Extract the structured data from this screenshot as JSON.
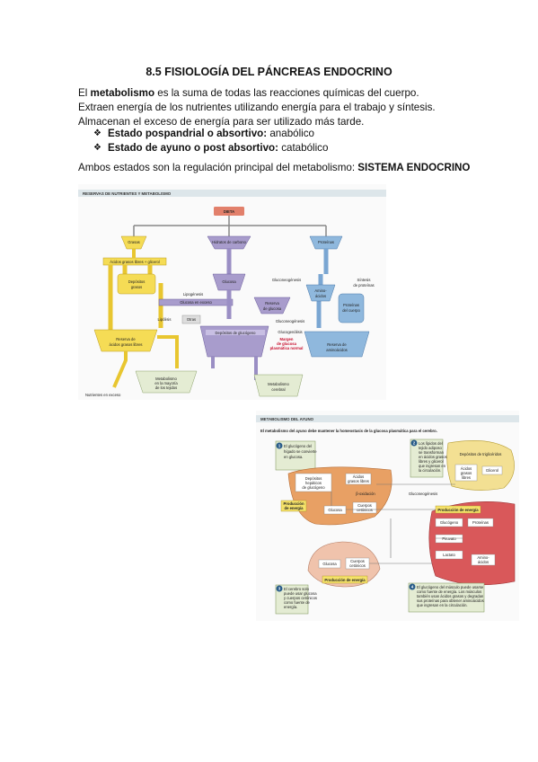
{
  "doc": {
    "title": "8.5 FISIOLOGÍA DEL PÁNCREAS ENDOCRINO",
    "intro_prefix": "El ",
    "intro_term": "metabolismo",
    "intro_rest": " es la suma de todas las reacciones químicas del cuerpo. Extraen energía de los nutrientes utilizando energía para el trabajo y síntesis. Almacenan el exceso de energía para ser utilizado más tarde.",
    "states": [
      {
        "label": "Estado pospandrial o absortivo:",
        "value": " anabólico"
      },
      {
        "label": "Estado de ayuno o post absortivo:",
        "value": " catabólico"
      }
    ],
    "closing_prefix": "Ambos estados son la regulación principal del metabolismo: ",
    "closing_term": "SISTEMA ENDOCRINO"
  },
  "fig1": {
    "header": "RESERVAS DE NUTRIENTES Y METABOLISMO",
    "dieta": "DIETA",
    "grasas": "Grasas",
    "hidratos": "Hidratos de carbono",
    "proteinas": "Proteínas",
    "acidos_glicerol": "Ácidos grasos libres + glicerol",
    "depositos_grasos_1": "Depósitos",
    "depositos_grasos_2": "grasos",
    "reserva_acidos_1": "Reserva de",
    "reserva_acidos_2": "ácidos grasos libres",
    "lipogenesis": "Lipogénesis",
    "glucosa_exceso": "Glucosa en exceso",
    "lipolisis": "Lipólisis",
    "glucosa": "Glucosa",
    "gluconeogenesis_top": "Gluconeogénesis",
    "reserva_glucosa_1": "Reserva",
    "reserva_glucosa_2": "de glucosa",
    "gluconeogenesis_mid": "Gluconeogénesis",
    "otras": "Otras",
    "depositos_glucogeno": "Depósitos de glucógeno",
    "glucogenolisis": "Glucogenólisis",
    "margen_1": "Margen",
    "margen_2": "de glucosa",
    "margen_3": "plasmática normal",
    "amino_1": "Amino-",
    "amino_2": "ácidos",
    "sintesis_1": "Síntesis",
    "sintesis_2": "de proteínas",
    "proteinas_1": "Proteínas",
    "proteinas_2": "del cuerpo",
    "reserva_amino_1": "Reserva de",
    "reserva_amino_2": "aminoácidos",
    "metab_1": "Metabolismo",
    "metab_2": "en la mayoría",
    "metab_3": "de los tejidos",
    "nutrientes_exceso": "Nutrientes en exceso",
    "metab_cerebral_1": "Metabolismo",
    "metab_cerebral_2": "cerebral",
    "colors": {
      "fat": "#f5dc55",
      "carb": "#a89ccc",
      "protein": "#8fb8dd",
      "dieta": "#e2806b"
    }
  },
  "fig2": {
    "header": "METABOLISMO DEL AYUNO",
    "subtitle": "El metabolismo del ayuno debe mantener la homeostasis de la glucosa plasmática para el cerebro.",
    "n1": "1",
    "box1_1": "El glucógeno del",
    "box1_2": "hígado se convierte",
    "box1_3": "en glucosa.",
    "n2": "2",
    "box2_1": "Los lípidos del",
    "box2_2": "tejido adiposo",
    "box2_3": "se transforman",
    "box2_4": "en ácidos grasos",
    "box2_5": "libres y glicerol",
    "box2_6": "que ingresan en",
    "box2_7": "la circulación.",
    "depositos_trig": "Depósitos de triglicéridos",
    "acidos_libres_1": "Ácidos",
    "acidos_libres_2": "grasos",
    "acidos_libres_3": "libres",
    "glicerol": "Glicerol",
    "depositos_hep_1": "Depósitos",
    "depositos_hep_2": "hepáticos",
    "depositos_hep_3": "de glucógeno",
    "acidos_grasos_1": "Ácidos",
    "acidos_grasos_2": "grasos libres",
    "b_oxidacion": "β-oxidación",
    "gluconeogenesis": "Gluconeogénesis",
    "prod_energia": "Producción de energía",
    "prod_energia_left_1": "Producción",
    "prod_energia_left_2": "de energía",
    "glucosa": "Glucosa",
    "cuerpos_1": "Cuerpos",
    "cuerpos_2": "cetónicos",
    "glucogeno": "Glucógeno",
    "proteinas": "Proteínas",
    "piruvato": "Piruvato",
    "lactato": "Lactato",
    "amino_1": "Amino-",
    "amino_2": "ácidos",
    "glucosa_brain": "Glucosa",
    "cuerpos_brain_1": "Cuerpos",
    "cuerpos_brain_2": "cetónicos",
    "n3": "3",
    "box3_1": "El cerebro solo",
    "box3_2": "puede usar glucosa",
    "box3_3": "y cuerpos cetónicos",
    "box3_4": "como fuente de",
    "box3_5": "energía.",
    "n4": "4",
    "box4_1": "El glucógeno del músculo puede usarse",
    "box4_2": "como fuente de energía. Los músculos",
    "box4_3": "también usan ácidos grasos y degradan",
    "box4_4": "sus proteínas para obtener aminoácidos",
    "box4_5": "que ingresan en la circulación.",
    "colors": {
      "liver": "#e8a064",
      "muscle": "#d9585a",
      "fat": "#f3e093",
      "brain": "#f0c3ac",
      "callout": "#e4ecd3"
    }
  }
}
